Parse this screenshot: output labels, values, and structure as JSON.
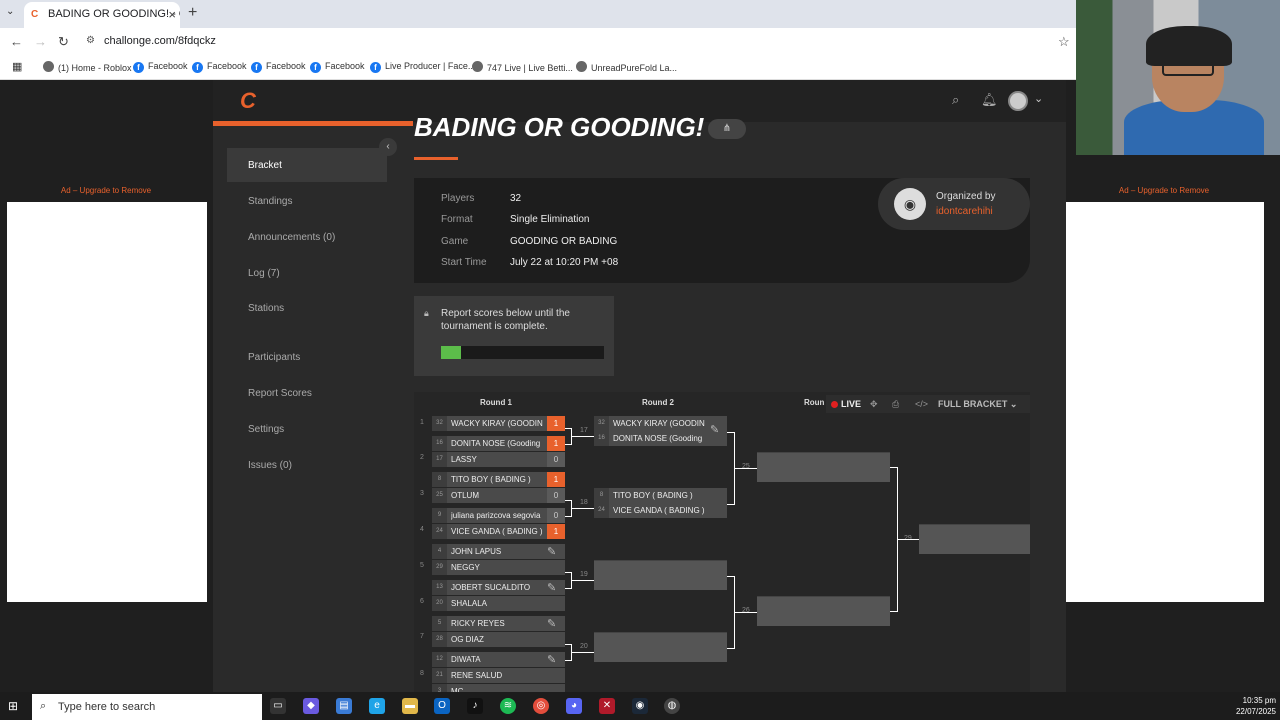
{
  "browser": {
    "tab_title": "BADING OR GOODING! - Chall",
    "url": "challonge.com/8fdqckz",
    "bookmarks": [
      "(1) Home - Roblox",
      "Facebook",
      "Facebook",
      "Facebook",
      "Facebook",
      "Live Producer | Face...",
      "747 Live | Live Betti...",
      "UnreadPureFold La..."
    ]
  },
  "header": {
    "logo": "C"
  },
  "ads": {
    "left": "Ad – Upgrade to Remove",
    "right": "Ad – Upgrade to Remove"
  },
  "sidebar": {
    "items": [
      {
        "label": "Bracket",
        "active": true
      },
      {
        "label": "Standings"
      },
      {
        "label": "Announcements (0)"
      },
      {
        "label": "Log (7)"
      },
      {
        "label": "Stations"
      },
      {
        "label": "Participants"
      },
      {
        "label": "Report Scores"
      },
      {
        "label": "Settings"
      },
      {
        "label": "Issues (0)"
      }
    ]
  },
  "tournament": {
    "title": "BADING OR GOODING!",
    "info": [
      {
        "k": "Players",
        "v": "32"
      },
      {
        "k": "Format",
        "v": "Single Elimination"
      },
      {
        "k": "Game",
        "v": "GOODING OR BADING"
      },
      {
        "k": "Start Time",
        "v": "July 22 at 10:20 PM +08"
      }
    ],
    "organizer_label": "Organized by",
    "organizer": "idontcarehihi"
  },
  "report": {
    "message": "Report scores below until the tournament is complete.",
    "progress": 0.12
  },
  "bracket_toolbar": {
    "live": "LIVE",
    "full": "FULL BRACKET"
  },
  "bracket": {
    "round_labels": [
      "Round 1",
      "Round 2",
      "Roun"
    ],
    "round1": [
      {
        "num": "1",
        "p": [
          {
            "seed": "32",
            "name": "WACKY KIRAY (GOODIN",
            "score": "1",
            "win": true
          },
          {
            "seed": "16",
            "name": "DONITA NOSE (Gooding",
            "score": "1",
            "win": true
          }
        ]
      },
      {
        "num": "2",
        "p": [
          {
            "seed": "17",
            "name": "LASSY",
            "score": "0"
          }
        ]
      },
      {
        "num": "3",
        "p": [
          {
            "seed": "8",
            "name": "TITO BOY ( BADING )",
            "score": "1",
            "win": true
          },
          {
            "seed": "25",
            "name": "OTLUM",
            "score": "0"
          }
        ]
      },
      {
        "num": "4",
        "p": [
          {
            "seed": "9",
            "name": "juliana parizcova segovia",
            "score": "0"
          },
          {
            "seed": "24",
            "name": "VICE GANDA ( BADING )",
            "score": "1",
            "win": true
          }
        ]
      },
      {
        "num": "5",
        "p": [
          {
            "seed": "4",
            "name": "JOHN LAPUS"
          },
          {
            "seed": "29",
            "name": "NEGGY"
          }
        ]
      },
      {
        "num": "6",
        "p": [
          {
            "seed": "13",
            "name": "JOBERT SUCALDITO"
          },
          {
            "seed": "20",
            "name": "SHALALA"
          }
        ]
      },
      {
        "num": "7",
        "p": [
          {
            "seed": "5",
            "name": "RICKY REYES"
          },
          {
            "seed": "28",
            "name": "OG DIAZ"
          }
        ]
      },
      {
        "num": "8",
        "p": [
          {
            "seed": "12",
            "name": "DIWATA"
          },
          {
            "seed": "21",
            "name": "RENE SALUD"
          }
        ]
      },
      {
        "num": "",
        "p": [
          {
            "seed": "3",
            "name": "MC"
          }
        ]
      }
    ],
    "round2": [
      {
        "num": "17",
        "p": [
          {
            "seed": "32",
            "name": "WACKY KIRAY (GOODIN"
          },
          {
            "seed": "16",
            "name": "DONITA NOSE (Gooding"
          }
        ]
      },
      {
        "num": "18",
        "p": [
          {
            "seed": "8",
            "name": "TITO BOY ( BADING )"
          },
          {
            "seed": "24",
            "name": "VICE GANDA ( BADING )"
          }
        ]
      },
      {
        "num": "19"
      },
      {
        "num": "20"
      }
    ],
    "round3": [
      {
        "num": "25"
      },
      {
        "num": "26"
      }
    ],
    "round4": [
      {
        "num": "29"
      }
    ]
  },
  "taskbar": {
    "search": "Type here to search",
    "time": "10:35 pm",
    "date": "22/07/2025"
  }
}
